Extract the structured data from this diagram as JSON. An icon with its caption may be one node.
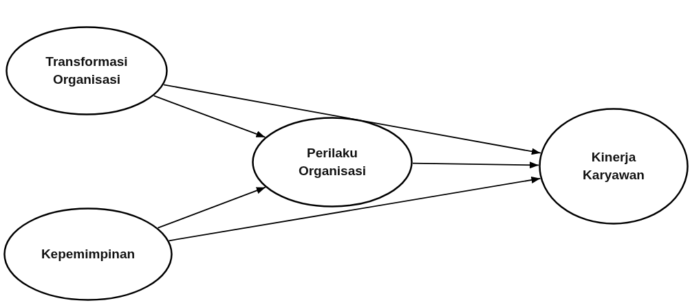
{
  "diagram": {
    "nodes": [
      {
        "text": [
          "Transformasi Organisasi"
        ]
      },
      {
        "text": [
          "Perilaku Organisasi"
        ]
      },
      {
        "text": [
          "Kinerja Karyawan"
        ]
      },
      {
        "text": [
          "Kepemimpinan"
        ]
      }
    ],
    "edges": [
      {
        "from": 0,
        "to": 2,
        "arrow": "to"
      },
      {
        "from": 0,
        "to": 1,
        "arrow": "to"
      },
      {
        "from": 1,
        "to": 2,
        "arrow": "to"
      },
      {
        "from": 3,
        "to": 1,
        "arrow": "to"
      },
      {
        "from": 3,
        "to": 2,
        "arrow": "to"
      }
    ]
  }
}
